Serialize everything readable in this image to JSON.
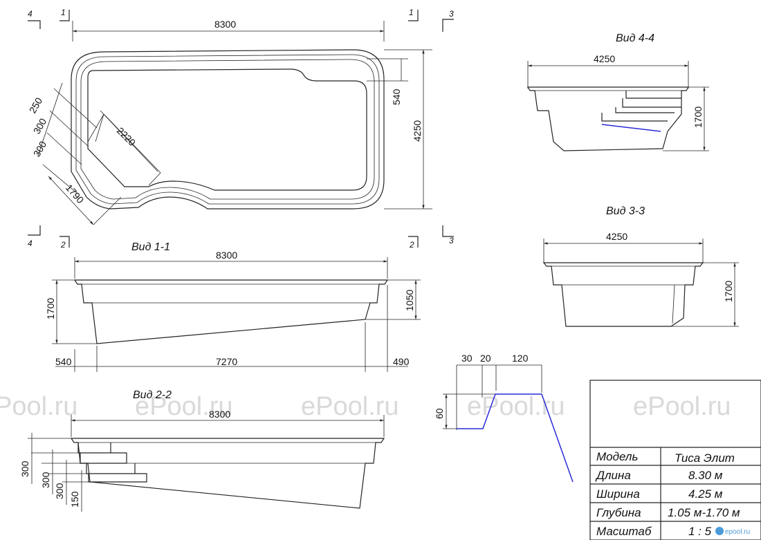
{
  "watermarks": [
    "Pool.ru",
    "ePool.ru",
    "ePool.ru",
    "ePool.ru",
    "ePool.ru"
  ],
  "section_marks": {
    "m1": "1",
    "m2": "2",
    "m3": "3",
    "m4": "4"
  },
  "plan": {
    "length": "8300",
    "width": "4250",
    "step_depth": "540",
    "corner_a": "250",
    "corner_b": "300",
    "corner_c": "300",
    "bench": "2220",
    "diagonal": "1790"
  },
  "view_4_4": {
    "title": "Вид 4-4",
    "width": "4250",
    "depth": "1700"
  },
  "view_3_3": {
    "title": "Вид 3-3",
    "width": "4250",
    "depth": "1700"
  },
  "view_1_1": {
    "title": "Вид 1-1",
    "length": "8300",
    "depth_max": "1700",
    "depth_min": "1050",
    "left_flat": "540",
    "slope": "7270",
    "right_flat": "490"
  },
  "view_2_2": {
    "title": "Вид 2-2",
    "length": "8300",
    "step1": "300",
    "step2": "300",
    "step3": "300",
    "step4": "150"
  },
  "detail": {
    "d1": "30",
    "d2": "20",
    "d3": "120",
    "h": "60"
  },
  "spec_table": {
    "rows": [
      {
        "label": "Модель",
        "value": "Тиса Элит"
      },
      {
        "label": "Длина",
        "value": "8.30 м"
      },
      {
        "label": "Ширина",
        "value": "4.25 м"
      },
      {
        "label": "Глубина",
        "value": "1.05 м-1.70 м"
      },
      {
        "label": "Масштаб",
        "value": "1 : 5"
      }
    ]
  },
  "logo_text": "epool.ru",
  "colors": {
    "line": "#222222",
    "accent": "#2a2ad8",
    "watermark": "#d9d9d9"
  }
}
